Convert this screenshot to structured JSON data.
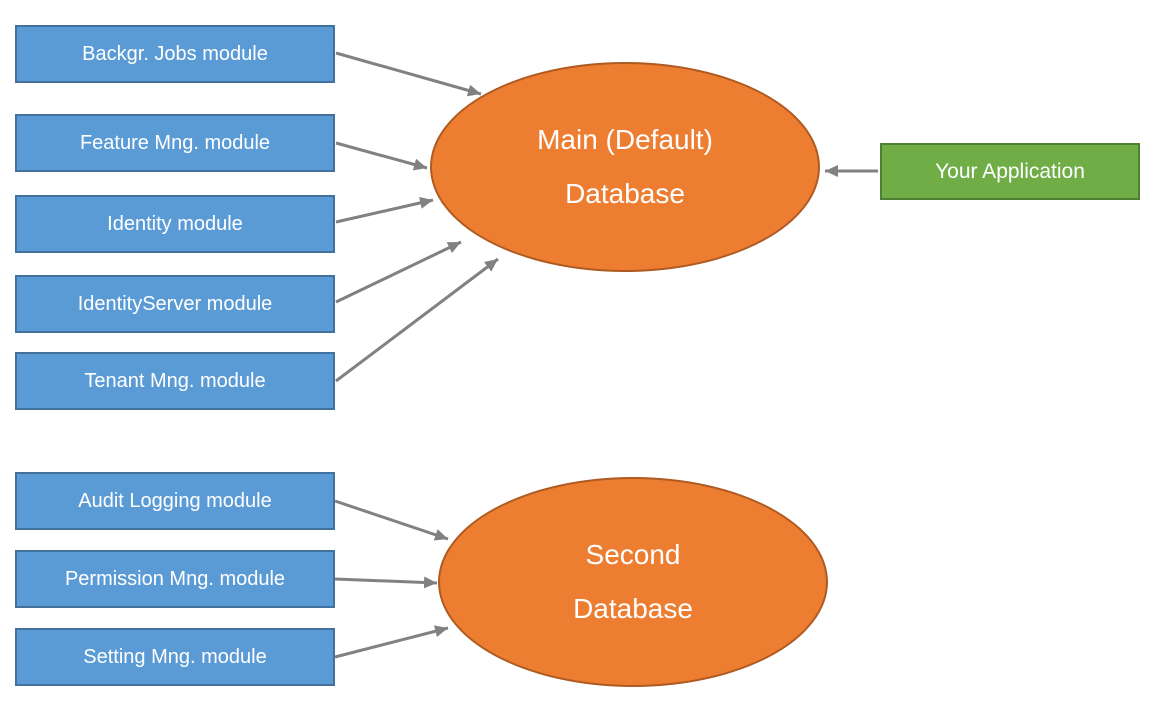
{
  "colors": {
    "module_fill": "#5b9bd5",
    "module_border": "#41719c",
    "database_fill": "#ed7d31",
    "database_border": "#ae5a21",
    "application_fill": "#70ad47",
    "application_border": "#507e32",
    "arrow": "#818181",
    "label_text": "#ffffff",
    "background": "#ffffff"
  },
  "nodes": {
    "modules_main": [
      "Backgr. Jobs module",
      "Feature Mng. module",
      "Identity module",
      "IdentityServer module",
      "Tenant Mng. module"
    ],
    "modules_second": [
      "Audit Logging module",
      "Permission Mng. module",
      "Setting Mng. module"
    ],
    "databases": {
      "main": {
        "line1": "Main (Default)",
        "line2": "Database"
      },
      "second": {
        "line1": "Second",
        "line2": "Database"
      }
    },
    "application": {
      "label": "Your Application"
    }
  },
  "edges": [
    {
      "from": "Backgr. Jobs module",
      "to": "Main (Default) Database"
    },
    {
      "from": "Feature Mng. module",
      "to": "Main (Default) Database"
    },
    {
      "from": "Identity module",
      "to": "Main (Default) Database"
    },
    {
      "from": "IdentityServer module",
      "to": "Main (Default) Database"
    },
    {
      "from": "Tenant Mng. module",
      "to": "Main (Default) Database"
    },
    {
      "from": "Your Application",
      "to": "Main (Default) Database"
    },
    {
      "from": "Audit Logging module",
      "to": "Second Database"
    },
    {
      "from": "Permission Mng. module",
      "to": "Second Database"
    },
    {
      "from": "Setting Mng. module",
      "to": "Second Database"
    }
  ]
}
